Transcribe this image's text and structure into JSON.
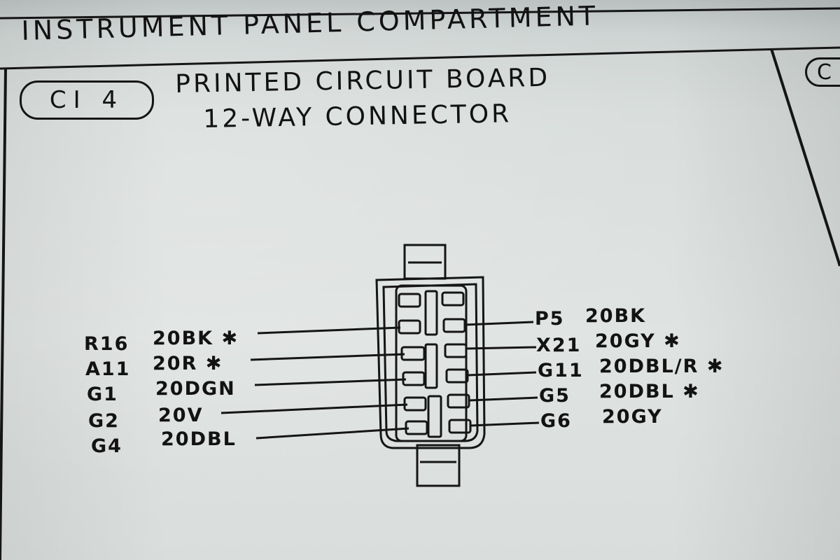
{
  "header": {
    "title": "INSTRUMENT PANEL COMPARTMENT"
  },
  "component": {
    "code": "CI 4",
    "title_line1": "PRINTED CIRCUIT BOARD",
    "title_line2": "12-WAY CONNECTOR",
    "next_code": "C"
  },
  "left_pins": [
    {
      "circuit": "R16",
      "wire": "20BK ✱"
    },
    {
      "circuit": "A11",
      "wire": "20R ✱"
    },
    {
      "circuit": "G1",
      "wire": "20DGN"
    },
    {
      "circuit": "G2",
      "wire": "20V"
    },
    {
      "circuit": "G4",
      "wire": "20DBL"
    }
  ],
  "right_pins": [
    {
      "circuit": "P5",
      "wire": "20BK"
    },
    {
      "circuit": "X21",
      "wire": "20GY ✱"
    },
    {
      "circuit": "G11",
      "wire": "20DBL/R ✱"
    },
    {
      "circuit": "G5",
      "wire": "20DBL ✱"
    },
    {
      "circuit": "G6",
      "wire": "20GY"
    }
  ],
  "colors": {
    "ink": "#151515",
    "paper": "#dfe3e1"
  }
}
